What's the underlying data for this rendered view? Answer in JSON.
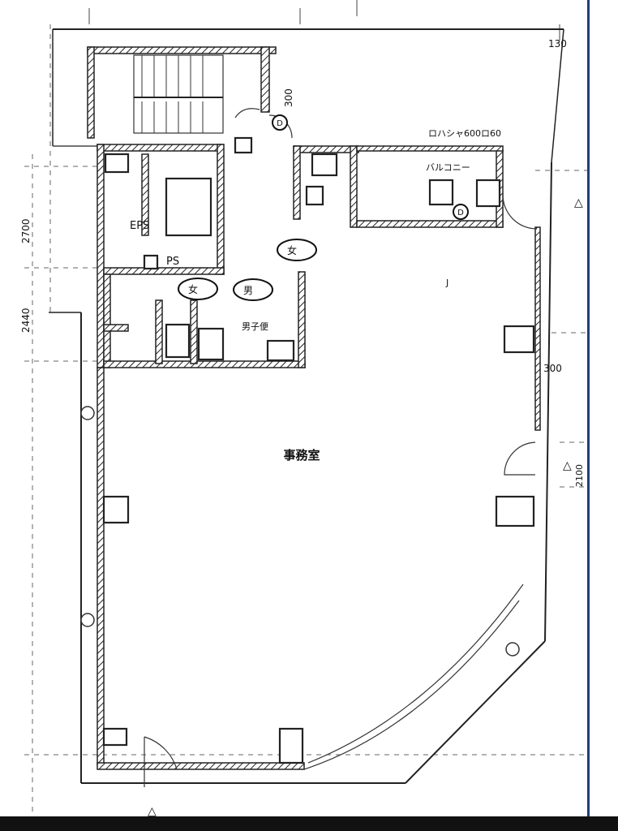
{
  "plan": {
    "main_room_label": "事務室",
    "eps_label": "EPS",
    "ps_label": "PS",
    "kitchen_label": "バルコニー",
    "restroom_label": "男子便",
    "wc_labels": [
      "女",
      "男"
    ],
    "balcony_dim_text": "ロハシャ600ロ60",
    "dim_300_top": "300",
    "dim_300_right": "300",
    "dim_130": "130",
    "left_dim_text": "2700",
    "left_dim_text_2": "2440",
    "right_side_text": "2100",
    "corner_marker": "J",
    "badge_letter": "D",
    "triangle_glyph": "△"
  }
}
